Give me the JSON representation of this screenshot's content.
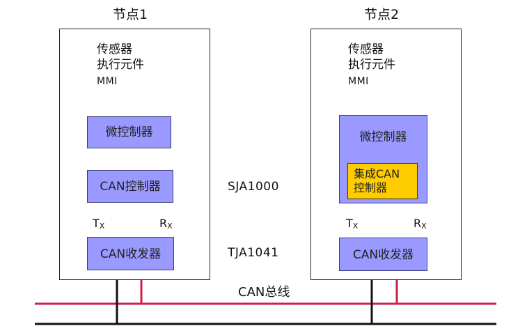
{
  "node1": {
    "title": "节点1",
    "sensor": "传感器",
    "actuator": "执行元件",
    "mmi": "MMI",
    "mcu": "微控制器",
    "can_controller": "CAN控制器",
    "transceiver": "CAN收发器",
    "tx_main": "T",
    "tx_sub": "X",
    "rx_main": "R",
    "rx_sub": "X"
  },
  "node2": {
    "title": "节点2",
    "sensor": "传感器",
    "actuator": "执行元件",
    "mmi": "MMI",
    "mcu": "微控制器",
    "integrated_line1": "集成CAN",
    "integrated_line2": "控制器",
    "transceiver": "CAN收发器",
    "tx_main": "T",
    "tx_sub": "X",
    "rx_main": "R",
    "rx_sub": "X"
  },
  "chips": {
    "controller_part": "SJA1000",
    "transceiver_part": "TJA1041"
  },
  "bus": {
    "label": "CAN总线"
  },
  "colors": {
    "block_fill": "#9999ff",
    "integrated_fill": "#ffcc00",
    "bus_high": "#cc1f4a",
    "bus_low": "#111111"
  },
  "icons": {
    "io_arrow": "double-arrow-icon",
    "signal_arrow": "arrow-icon"
  }
}
